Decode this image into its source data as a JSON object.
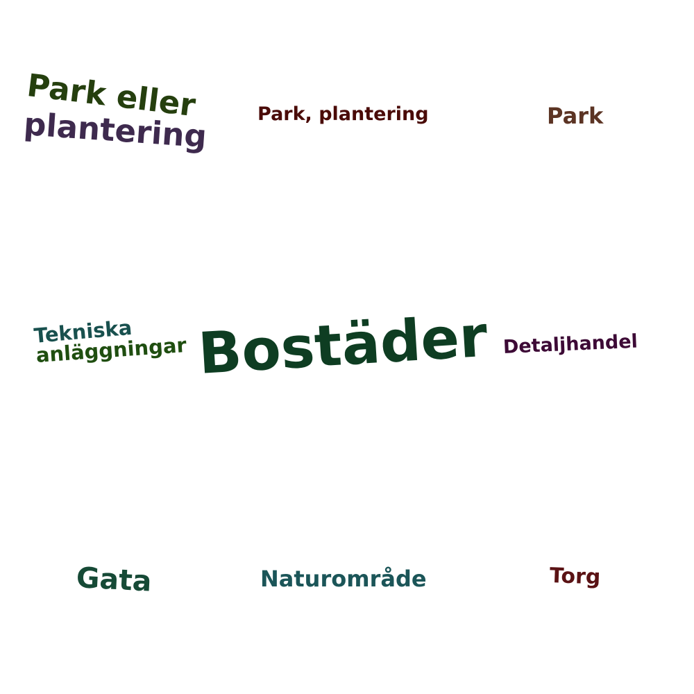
{
  "words": {
    "park_eller": {
      "text": "Park eller",
      "color": "#253f0e"
    },
    "plantering_a": {
      "text": "plantering",
      "color": "#3e2a4e"
    },
    "park_plantering": {
      "text": "Park, plantering",
      "color": "#4a0b08"
    },
    "park": {
      "text": "Park",
      "color": "#5c3424"
    },
    "tekniska": {
      "text": "Tekniska",
      "color": "#18504e"
    },
    "anlaggningar": {
      "text": "anläggningar",
      "color": "#1f4e10"
    },
    "bostader": {
      "text": "Bostäder",
      "color": "#0e3d22"
    },
    "detaljhandel": {
      "text": "Detaljhandel",
      "color": "#3d0a36"
    },
    "gata": {
      "text": "Gata",
      "color": "#164a36"
    },
    "naturomrade": {
      "text": "Naturområde",
      "color": "#1b5558"
    },
    "torg": {
      "text": "Torg",
      "color": "#5a1214"
    }
  }
}
